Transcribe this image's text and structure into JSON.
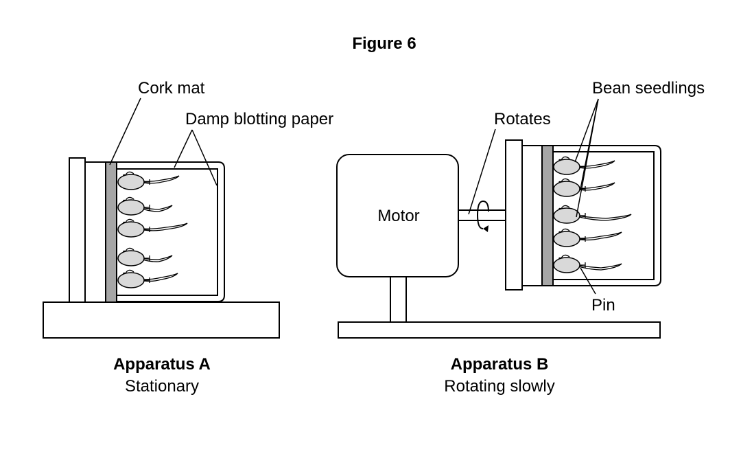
{
  "figure_title": "Figure 6",
  "apparatus_a": {
    "name": "Apparatus A",
    "state": "Stationary",
    "label_cork_mat": "Cork mat",
    "label_blotting_paper": "Damp blotting paper"
  },
  "apparatus_b": {
    "name": "Apparatus B",
    "state": "Rotating slowly",
    "label_motor": "Motor",
    "label_rotates": "Rotates",
    "label_bean_seedlings": "Bean seedlings",
    "label_pin": "Pin"
  }
}
